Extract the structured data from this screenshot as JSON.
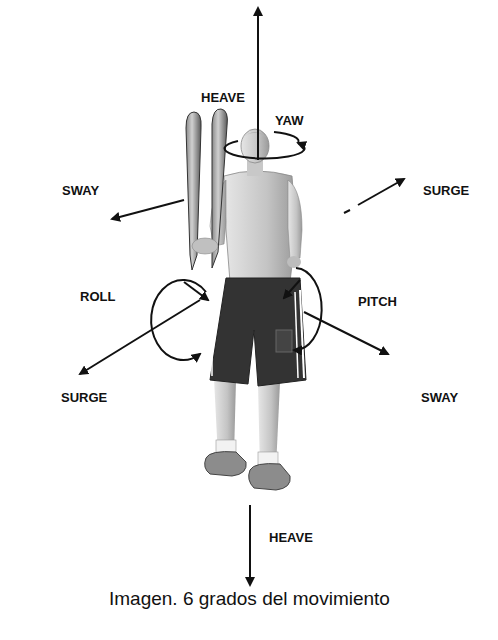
{
  "diagram": {
    "caption": "Imagen. 6 grados del movimiento",
    "labels": [
      "HEAVE",
      "YAW",
      "SWAY",
      "SURGE",
      "ROLL",
      "PITCH",
      "SURGE",
      "SWAY",
      "HEAVE"
    ]
  }
}
